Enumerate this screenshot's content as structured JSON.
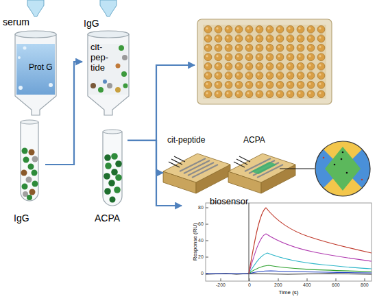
{
  "diagram": {
    "nodes": [
      {
        "text": [
          "serum",
          "Prot G"
        ]
      },
      {
        "text": [
          "IgG"
        ]
      },
      {
        "text": [
          "IgG",
          "cit- pep- tide"
        ]
      },
      {
        "text": [
          "ACPA"
        ]
      },
      {
        "text": [
          "biosensor"
        ]
      },
      {
        "text": [
          "cit-peptide"
        ],
        "in": 4
      },
      {
        "text": [
          "ACPA"
        ],
        "in": 4
      },
      {
        "text": [
          "Response (RU)",
          "Time (s)"
        ]
      }
    ],
    "edges": [
      {
        "from": 1,
        "to": 2,
        "arrow": "to"
      },
      {
        "from": 3,
        "to": 4,
        "arrow": "to"
      },
      {
        "from": 3,
        "to": 7,
        "arrow": "to"
      }
    ],
    "labels": [
      "80",
      "60",
      "40",
      "20",
      "0",
      "-200",
      "0",
      "200",
      "400",
      "600",
      "800"
    ]
  }
}
